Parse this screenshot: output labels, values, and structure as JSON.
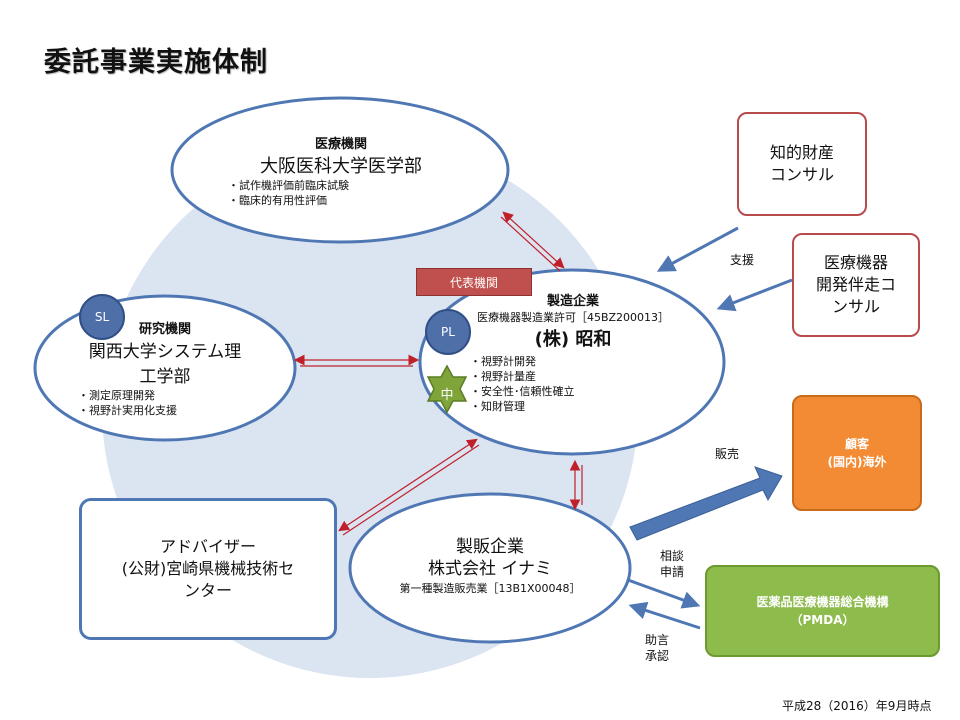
{
  "title": "委託事業実施体制",
  "footer_date": "平成28（2016）年9月時点",
  "osaka_med": {
    "category": "医療機関",
    "name": "大阪医科大学医学部",
    "items": [
      "試作機評価前臨床試験",
      "臨床的有用性評価"
    ]
  },
  "kansai": {
    "category": "研究機関",
    "name_line1": "関西大学システム理",
    "name_line2": "工学部",
    "badge": "SL",
    "items": [
      "測定原理開発",
      "視野計実用化支援"
    ]
  },
  "showa": {
    "tag": "代表機関",
    "category": "製造企業",
    "license": "医療機器製造業許可［45BZ200013］",
    "name": "(株)  昭和",
    "badge": "PL",
    "star": "中",
    "items": [
      "視野計開発",
      "視野計量産",
      "安全性･信頼性確立",
      "知財管理"
    ]
  },
  "inami": {
    "category": "製販企業",
    "name": "株式会社  イナミ",
    "license": "第一種製造販売業［13B1X00048］"
  },
  "adviser": {
    "line1": "アドバイザー",
    "line2": "(公財)宮崎県機械技術セ",
    "line3": "ンター"
  },
  "ip_consult": {
    "line1": "知的財産",
    "line2": "コンサル"
  },
  "device_consult": {
    "line1": "医療機器",
    "line2": "開発伴走コ",
    "line3": "ンサル"
  },
  "customer": {
    "line1": "顧客",
    "line2": "(国内)海外"
  },
  "pmda": {
    "line1": "医薬品医療機器総合機構",
    "line2": "（PMDA）"
  },
  "labels": {
    "support": "支援",
    "sales": "販売",
    "consult_line1": "相談",
    "consult_line2": "申請",
    "advice_line1": "助言",
    "advice_line2": "承認"
  },
  "colors": {
    "ellipse_border": "#4f77b4",
    "background_circle": "#dbe4f1",
    "red_arrow": "#c0202a",
    "blue_arrow": "#4f77b4",
    "consult_border": "#b84b4b",
    "customer_fill": "#f38a34",
    "pmda_fill": "#8dbb4c",
    "tag_fill": "#c0504d",
    "star_fill": "#7ea43a"
  }
}
